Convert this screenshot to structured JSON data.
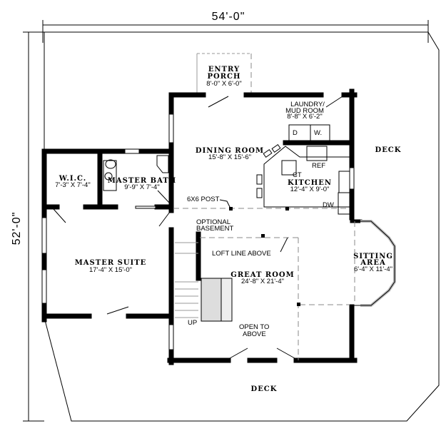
{
  "dimensions": {
    "width": "54'-0\"",
    "depth": "52'-0\""
  },
  "rooms": [
    {
      "name": "ENTRY",
      "name2": "PORCH",
      "size": "8'-0\" X 6'-0\""
    },
    {
      "name": "LAUNDRY/",
      "name2": "MUD ROOM",
      "size": "8'-8\" X 6'-2\""
    },
    {
      "name": "DINING ROOM",
      "size": "15'-8\" X 15'-6\""
    },
    {
      "name": "KITCHEN",
      "size": "12'-4\" X 9'-0\""
    },
    {
      "name": "W.I.C.",
      "size": "7'-3\" X 7'-4\""
    },
    {
      "name": "MASTER BATH",
      "size": "9'-9\" X 7'-4\""
    },
    {
      "name": "MASTER SUITE",
      "size": "17'-4\" X 15'-0\""
    },
    {
      "name": "GREAT ROOM",
      "size": "24'-8\" X 21'-4\""
    },
    {
      "name": "SITTING",
      "name2": "AREA",
      "size": "6'-4\" X 11'-4\""
    },
    {
      "name": "DECK"
    },
    {
      "name": "DECK"
    }
  ],
  "labels": {
    "dryer": "D",
    "washer": "W.",
    "ref": "REF",
    "cooktop": "CT",
    "dishwasher": "DW",
    "post": "6X6 POST",
    "basement1": "OPTIONAL",
    "basement2": "BASEMENT",
    "loft": "LOFT LINE ABOVE",
    "open1": "OPEN TO",
    "open2": "ABOVE",
    "up": "UP"
  }
}
